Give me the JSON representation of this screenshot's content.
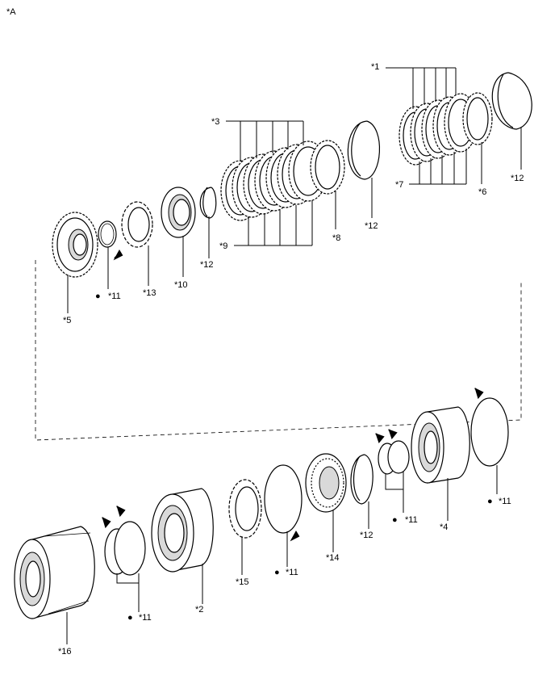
{
  "view_label": "*A",
  "callouts": [
    {
      "key": "c1",
      "text": "*1"
    },
    {
      "key": "c3",
      "text": "*3"
    },
    {
      "key": "c7",
      "text": "*7"
    },
    {
      "key": "c6",
      "text": "*6"
    },
    {
      "key": "c12a",
      "text": "*12"
    },
    {
      "key": "c12b",
      "text": "*12"
    },
    {
      "key": "c8",
      "text": "*8"
    },
    {
      "key": "c9",
      "text": "*9"
    },
    {
      "key": "c12c",
      "text": "*12"
    },
    {
      "key": "c10",
      "text": "*10"
    },
    {
      "key": "c13",
      "text": "*13"
    },
    {
      "key": "c11a",
      "text": "*11"
    },
    {
      "key": "c5",
      "text": "*5"
    },
    {
      "key": "c11b",
      "text": "*11"
    },
    {
      "key": "c11c",
      "text": "*11"
    },
    {
      "key": "c4",
      "text": "*4"
    },
    {
      "key": "c12d",
      "text": "*12"
    },
    {
      "key": "c14",
      "text": "*14"
    },
    {
      "key": "c11d",
      "text": "*11"
    },
    {
      "key": "c15",
      "text": "*15"
    },
    {
      "key": "c2",
      "text": "*2"
    },
    {
      "key": "c11e",
      "text": "*11"
    },
    {
      "key": "c16",
      "text": "*16"
    }
  ],
  "bullet_symbol": "●"
}
